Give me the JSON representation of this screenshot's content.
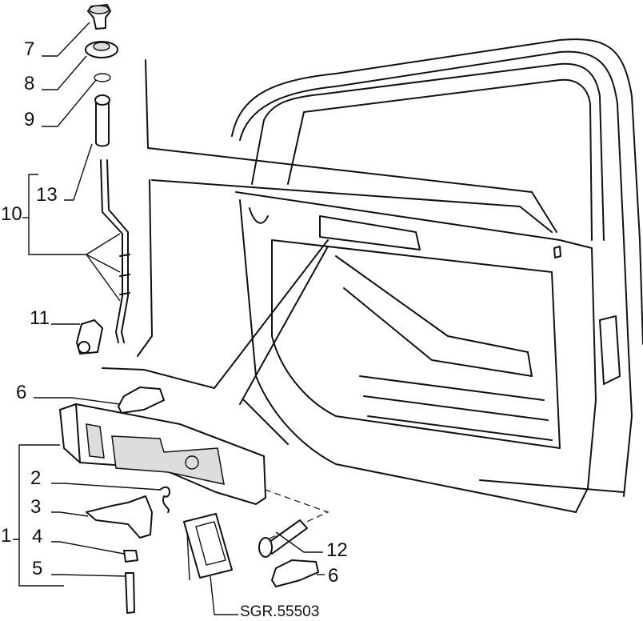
{
  "callouts": {
    "p7": "7",
    "p8": "8",
    "p9": "9",
    "p13": "13",
    "p10": "10",
    "p11": "11",
    "p6a": "6",
    "p2": "2",
    "p3": "3",
    "p1": "1",
    "p4": "4",
    "p5": "5",
    "p12": "12",
    "p6b": "6"
  },
  "drawing_code": "SGR.55503"
}
